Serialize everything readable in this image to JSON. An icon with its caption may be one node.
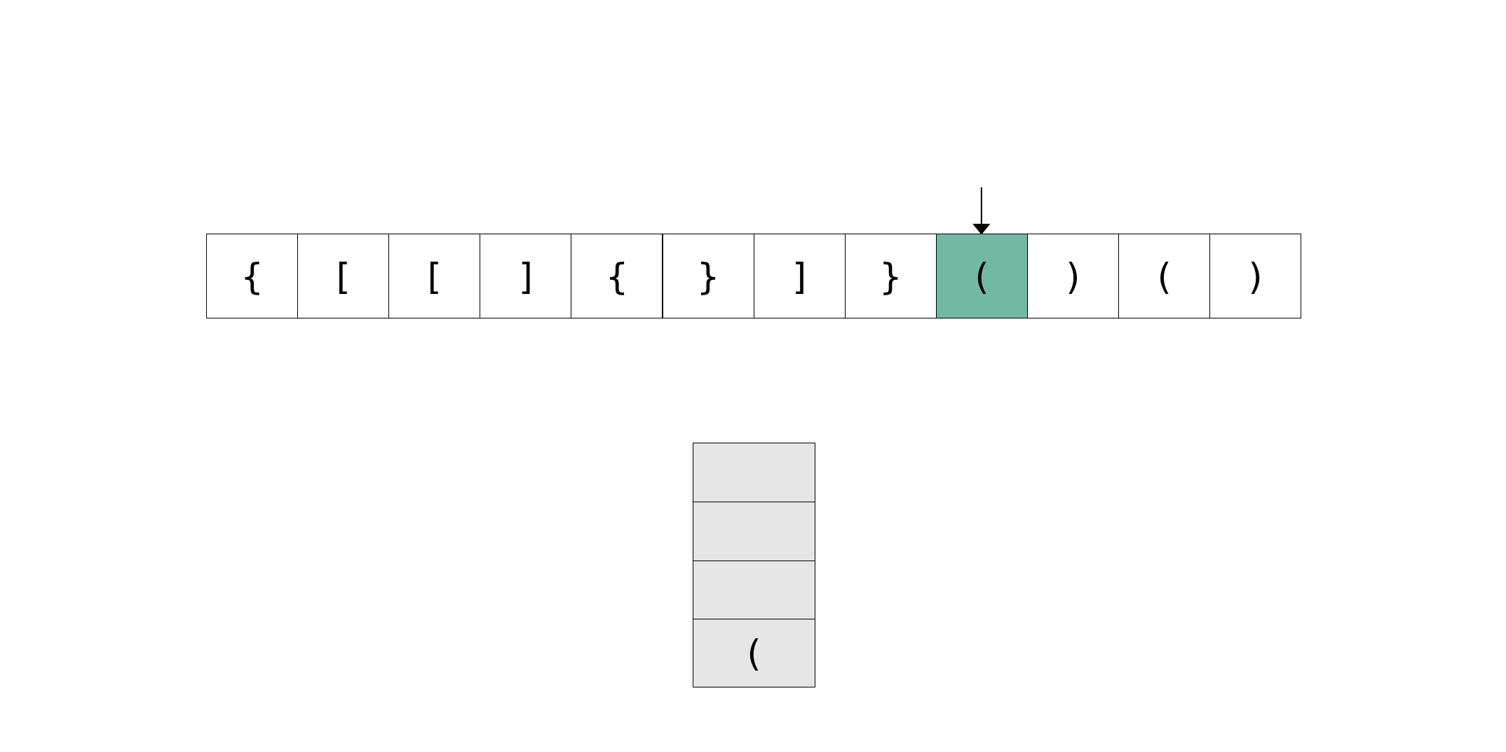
{
  "diagram": {
    "nodes": [
      {
        "text": [
          "{"
        ]
      },
      {
        "text": [
          "["
        ]
      },
      {
        "text": [
          "["
        ]
      },
      {
        "text": [
          "]"
        ]
      },
      {
        "text": [
          "{"
        ]
      },
      {
        "text": [
          "}"
        ]
      },
      {
        "text": [
          "]"
        ]
      },
      {
        "text": [
          "}"
        ]
      },
      {
        "text": [
          "("
        ]
      },
      {
        "text": [
          ")"
        ]
      },
      {
        "text": [
          "("
        ]
      },
      {
        "text": [
          ")"
        ]
      },
      {
        "text": [],
        "shape": "box"
      },
      {
        "text": [],
        "shape": "box"
      },
      {
        "text": [],
        "shape": "box"
      },
      {
        "text": [
          "("
        ]
      }
    ],
    "edges": [
      {
        "from": null,
        "to": 8,
        "arrow": "to"
      }
    ]
  }
}
